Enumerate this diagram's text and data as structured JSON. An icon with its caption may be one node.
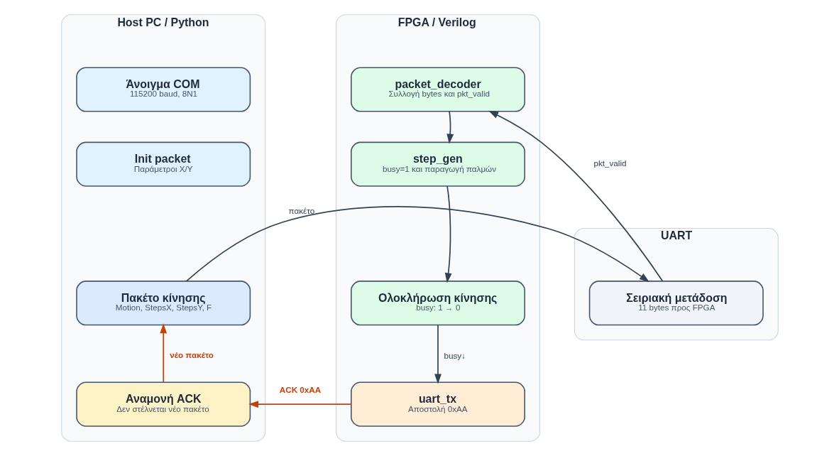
{
  "diagram": {
    "nodes": [
      {
        "text": [
          "Host PC / Python"
        ]
      },
      {
        "text": [
          "Άνοιγμα COM",
          "115200 baud, 8N1"
        ],
        "in": 0
      },
      {
        "text": [
          "Init packet",
          "Παράμετροι X/Y"
        ],
        "in": 0
      },
      {
        "text": [
          "Πακέτο κίνησης",
          "Motion, StepsX, StepsY, F"
        ],
        "in": 0
      },
      {
        "text": [
          "Αναμονή ACK",
          "Δεν στέλνεται νέο πακέτο"
        ],
        "in": 0
      },
      {
        "text": [
          "UART"
        ]
      },
      {
        "text": [
          "Σειριακή μετάδοση",
          "11 bytes προς FPGA"
        ],
        "in": 5
      },
      {
        "text": [
          "FPGA / Verilog"
        ]
      },
      {
        "text": [
          "packet_decoder",
          "Συλλογή bytes και pkt_valid"
        ],
        "in": 7
      },
      {
        "text": [
          "step_gen",
          "busy=1 και παραγωγή παλμών"
        ],
        "in": 7
      },
      {
        "text": [
          "Ολοκλήρωση κίνησης",
          "busy: 1 → 0"
        ],
        "in": 7
      },
      {
        "text": [
          "uart_tx",
          "Αποστολή 0xAA"
        ],
        "in": 7
      }
    ],
    "edges": [
      {
        "from": 3,
        "to": 6,
        "arrow": "to",
        "label": "πακέτο"
      },
      {
        "from": 6,
        "to": 8,
        "arrow": "to",
        "label": "pkt_valid"
      },
      {
        "from": 8,
        "to": 9,
        "arrow": "to"
      },
      {
        "from": 9,
        "to": 10,
        "arrow": "to"
      },
      {
        "from": 10,
        "to": 11,
        "arrow": "to",
        "label": "busy↓"
      },
      {
        "from": 11,
        "to": 4,
        "arrow": "to",
        "label": "ACK 0xAA",
        "color": "#c2410c"
      },
      {
        "from": 4,
        "to": 3,
        "arrow": "to",
        "label": "νέο πακέτο",
        "color": "#c2410c"
      }
    ]
  }
}
